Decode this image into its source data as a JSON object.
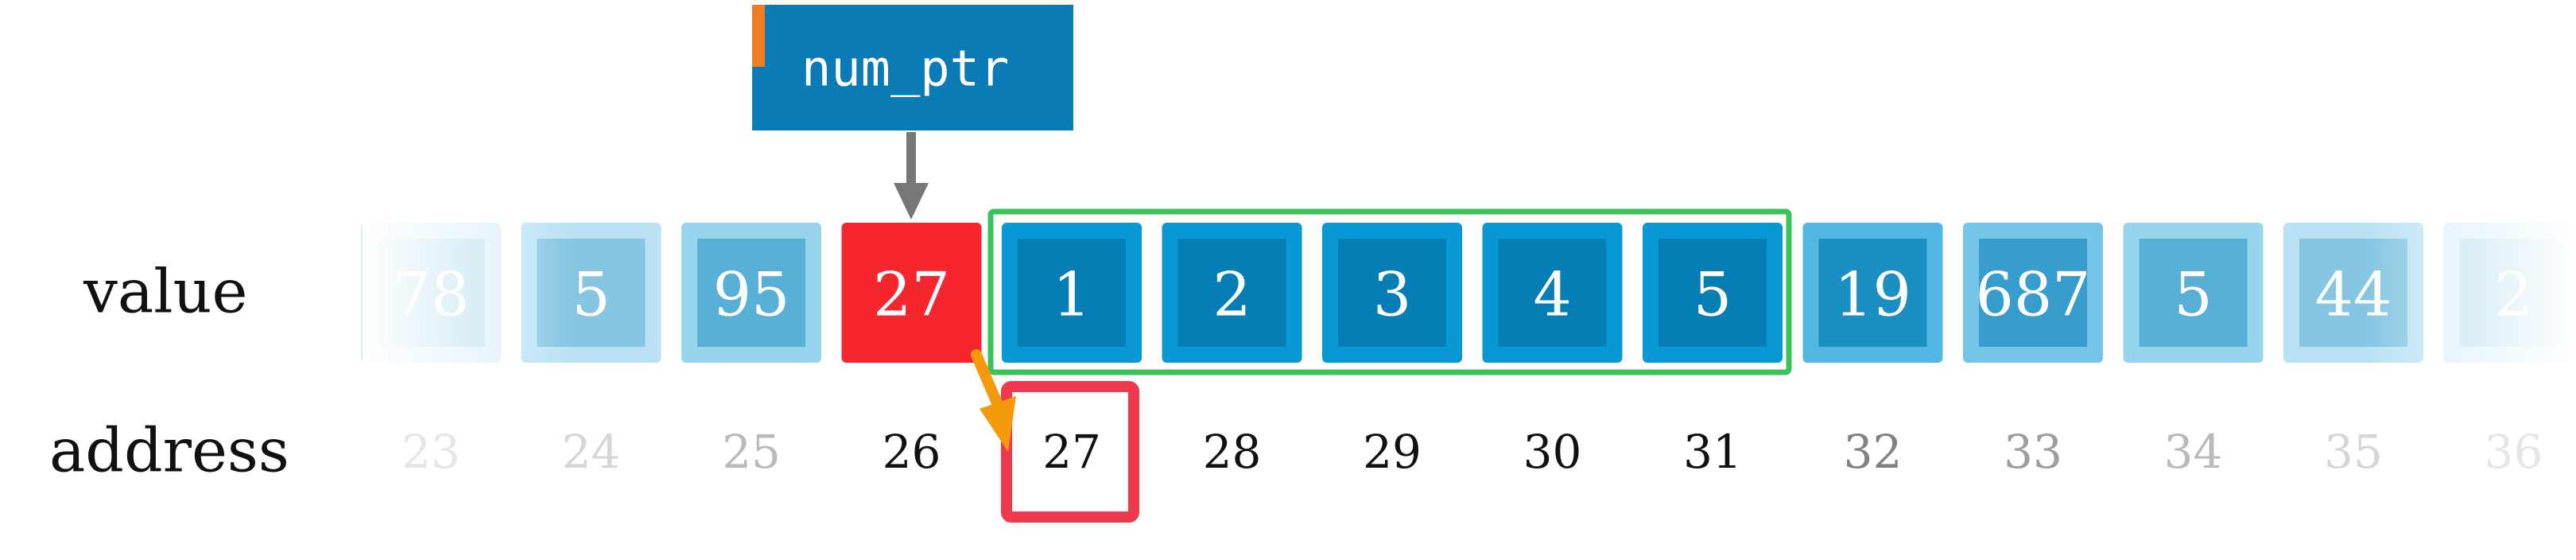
{
  "pointer": {
    "label": "num_ptr"
  },
  "rows": {
    "value_label": "value",
    "address_label": "address"
  },
  "cells": [
    {
      "value": "78",
      "address": "23",
      "state": "faded"
    },
    {
      "value": "5",
      "address": "24",
      "state": "faded"
    },
    {
      "value": "95",
      "address": "25",
      "state": "faded"
    },
    {
      "value": "27",
      "address": "26",
      "state": "pointer-target"
    },
    {
      "value": "1",
      "address": "27",
      "state": "array"
    },
    {
      "value": "2",
      "address": "28",
      "state": "array"
    },
    {
      "value": "3",
      "address": "29",
      "state": "array"
    },
    {
      "value": "4",
      "address": "30",
      "state": "array"
    },
    {
      "value": "5",
      "address": "31",
      "state": "array"
    },
    {
      "value": "19",
      "address": "32",
      "state": "faded"
    },
    {
      "value": "687",
      "address": "33",
      "state": "faded"
    },
    {
      "value": "5",
      "address": "34",
      "state": "faded"
    },
    {
      "value": "44",
      "address": "35",
      "state": "faded"
    },
    {
      "value": "2",
      "address": "36",
      "state": "faded"
    }
  ],
  "colors": {
    "pointer_box": "#0a7bb5",
    "pointer_accent": "#f07d24",
    "array_outer": "#0898d6",
    "array_inner": "#057eb5",
    "pointer_target": "#f5262d",
    "highlight_frame": "#3cc25a",
    "address_highlight": "#ee3a4f",
    "pointer_arrow": "#777777",
    "deref_arrow": "#f59a0a"
  }
}
